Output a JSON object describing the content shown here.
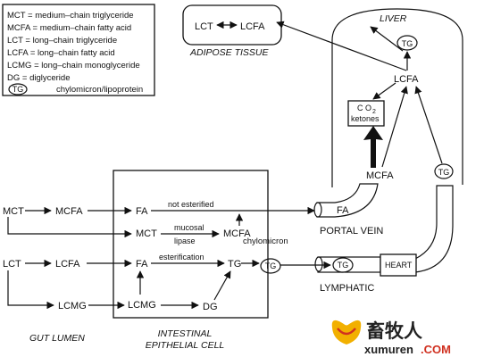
{
  "legend": {
    "items": [
      "MCT = medium–chain triglyceride",
      "MCFA = medium–chain fatty acid",
      "LCT = long–chain triglyceride",
      "LCFA = long–chain fatty acid",
      "LCMG = long–chain monoglyceride",
      "DG = diglyceride"
    ],
    "tg_symbol": "TG",
    "tg_meaning": "chylomicron/lipoprotein"
  },
  "adipose": {
    "lct": "LCT",
    "lcfa": "LCFA",
    "label": "ADIPOSE TISSUE"
  },
  "liver": {
    "title": "LIVER",
    "tg_top": "TG",
    "lcfa": "LCFA",
    "co2_c": "C",
    "co2_o": "O",
    "co2_sub": "2",
    "ketones": "ketones",
    "mcfa": "MCFA",
    "tg_right": "TG"
  },
  "lumen": {
    "mct": "MCT",
    "mcfa": "MCFA",
    "lct": "LCT",
    "lcfa": "LCFA",
    "lcmg": "LCMG",
    "label": "GUT LUMEN"
  },
  "cell": {
    "fa1": "FA",
    "not_esterified": "not esterified",
    "mct": "MCT",
    "mucosal": "mucosal",
    "lipase": "lipase",
    "mcfa": "MCFA",
    "fa2": "FA",
    "esterification": "esterification",
    "tg": "TG",
    "chylomicron": "chylomicron",
    "tg_circle": "TG",
    "lcmg": "LCMG",
    "dg": "DG",
    "label_line1": "INTESTINAL",
    "label_line2": "EPITHELIAL CELL"
  },
  "portal": {
    "fa": "FA",
    "label": "PORTAL VEIN"
  },
  "lymphatic": {
    "tg": "TG",
    "label": "LYMPHATIC"
  },
  "heart": {
    "label": "HEART"
  },
  "logo": {
    "cn": "畜牧人",
    "url": "xumuren",
    "tld": ".COM"
  },
  "colors": {
    "ink": "#111111",
    "logo_red": "#d03020",
    "logo_yellow": "#f2b000"
  }
}
